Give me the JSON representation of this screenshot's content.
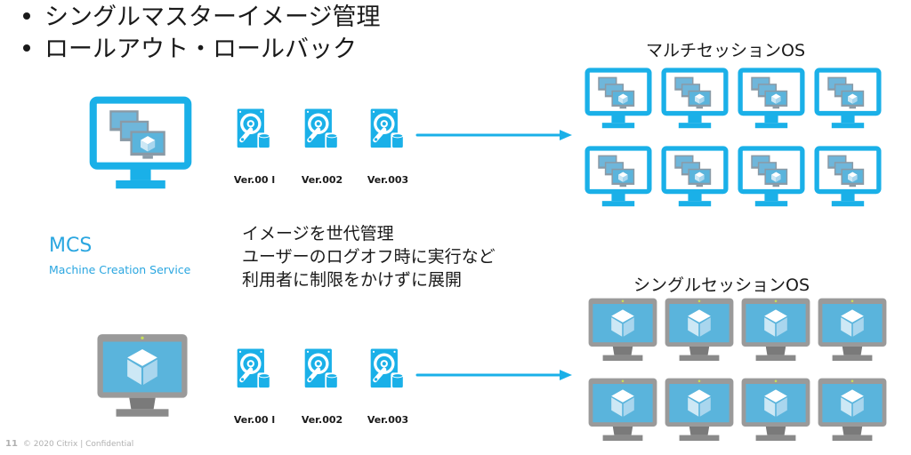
{
  "slide": {
    "bullets": [
      {
        "text": "シングルマスターイメージ管理"
      },
      {
        "text": "ロールアウト・ロールバック"
      }
    ],
    "mcs": {
      "title": "MCS",
      "subtitle": "Machine Creation Service"
    },
    "description": [
      "イメージを世代管理",
      "ユーザーのログオフ時に実行など",
      "利用者に制限をかけずに展開"
    ],
    "rows": [
      {
        "name": "multi-session",
        "source_icon": "multi-session-monitor-icon",
        "versions": [
          "Ver.00 l",
          "Ver.002",
          "Ver.003"
        ],
        "target_label": "マルチセッションOS",
        "target_icon": "multi-session-monitor-icon",
        "target_count": 8
      },
      {
        "name": "single-session",
        "source_icon": "single-session-monitor-icon",
        "versions": [
          "Ver.00 l",
          "Ver.002",
          "Ver.003"
        ],
        "target_label": "シングルセッションOS",
        "target_icon": "single-session-monitor-icon",
        "target_count": 8
      }
    ],
    "colors": {
      "accent": "#2aa6e0",
      "monitor_cyan": "#1ab0e8",
      "screen_blue": "#5ab4dc",
      "bezel_gray": "#9a9a9a"
    },
    "footer": {
      "page_number": "11",
      "text": "© 2020 Citrix | Confidential"
    }
  }
}
